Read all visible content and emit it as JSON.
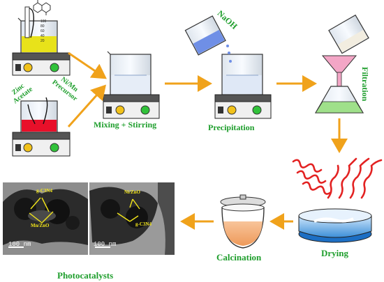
{
  "labels": {
    "zinc_acetate": [
      "Zinc",
      "Acetate"
    ],
    "precursor": [
      "Ni/Mn",
      "Precursor"
    ],
    "mixing": "Mixing + Stirring",
    "precipitation": "Precipitation",
    "naoh": "NaOH",
    "filtration": "Filtration",
    "drying": "Drying",
    "calcination": "Calcination",
    "photocatalysts": "Photocatalysts"
  },
  "tem": {
    "left": {
      "top_label": "g-C3N4",
      "bottom_label": "Mn/ZnO",
      "scale": "100 nm"
    },
    "right": {
      "top_label": "Ni/ZnO",
      "bottom_label": "g-C3N4",
      "scale": "100 nm"
    }
  },
  "thermometer_ticks": [
    "100",
    "80",
    "60",
    "40",
    "20"
  ],
  "colors": {
    "arrow": "#f0a21b",
    "label_green": "#1e9e2c",
    "yellow_solution": "#e8e21a",
    "red_solution": "#e8102a",
    "naoh_blue": "#6f8fe6",
    "heat_red": "#e32222",
    "calcination_fill": "#f3a56a",
    "filtrate_green": "#9fe08a"
  }
}
